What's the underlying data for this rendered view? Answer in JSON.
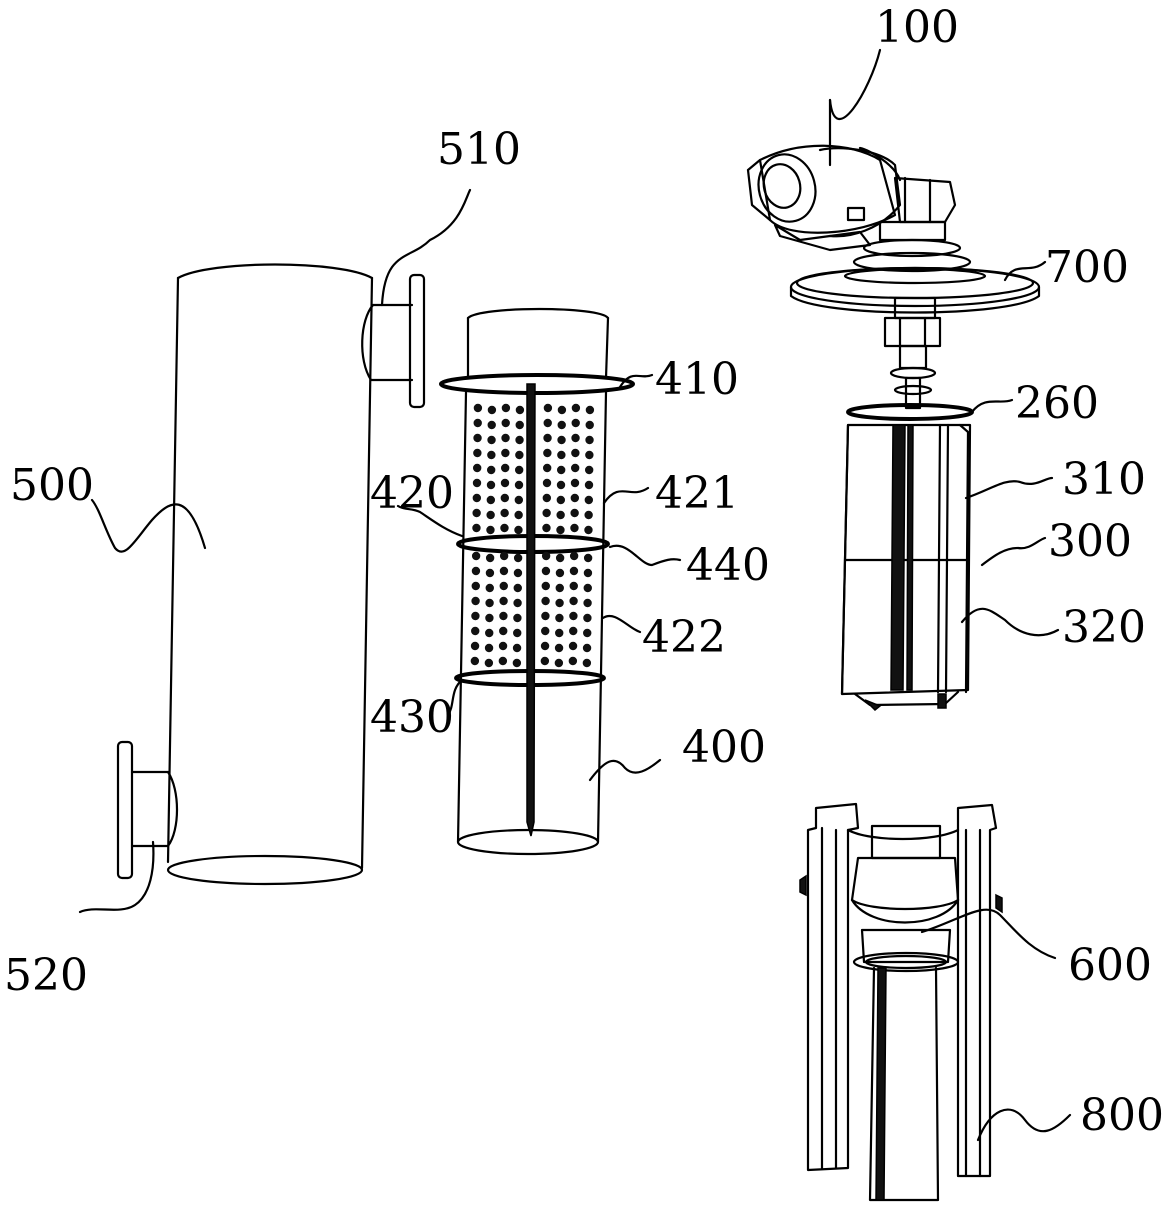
{
  "labels": {
    "l100": "100",
    "l510": "510",
    "l700": "700",
    "l410": "410",
    "l260": "260",
    "l500": "500",
    "l420": "420",
    "l421": "421",
    "l310": "310",
    "l300": "300",
    "l440": "440",
    "l422": "422",
    "l320": "320",
    "l430": "430",
    "l400": "400",
    "l520": "520",
    "l600": "600",
    "l800": "800"
  },
  "colors": {
    "line": "#000000",
    "background": "#ffffff"
  }
}
